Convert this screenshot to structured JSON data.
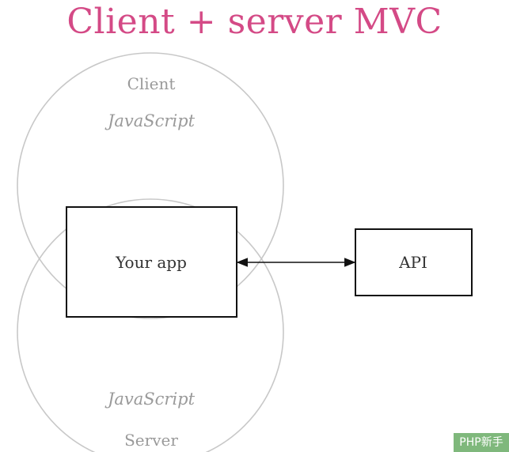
{
  "title": "Client + server MVC",
  "colors": {
    "title": "#d44a86",
    "circle_stroke": "#c8c8c8",
    "circle_text": "#9a9a9a",
    "box_stroke": "#111111",
    "box_text": "#333333",
    "arrow": "#111111",
    "badge_bg": "#7fb87c",
    "badge_text": "#ffffff"
  },
  "client_circle": {
    "label": "Client",
    "sublabel": "JavaScript"
  },
  "server_circle": {
    "label": "Server",
    "sublabel": "JavaScript"
  },
  "boxes": {
    "app": "Your app",
    "api": "API"
  },
  "connector": {
    "type": "double-headed-arrow",
    "from": "Your app",
    "to": "API"
  },
  "badge": "PHP新手"
}
